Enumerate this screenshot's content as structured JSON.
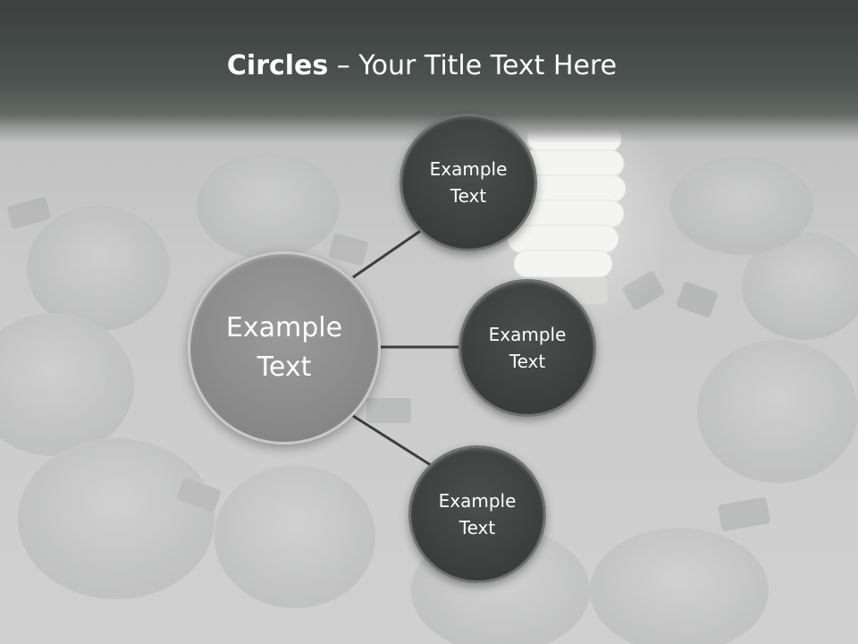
{
  "slide": {
    "title_bold": "Circles",
    "title_rest": " – Your Title Text Here"
  },
  "diagram": {
    "center": {
      "line1": "Example",
      "line2": "Text"
    },
    "nodes": [
      {
        "line1": "Example",
        "line2": "Text"
      },
      {
        "line1": "Example",
        "line2": "Text"
      },
      {
        "line1": "Example",
        "line2": "Text"
      }
    ]
  },
  "background": {
    "image": "light-bulbs-photo",
    "accent_color": "#3a3e3c"
  }
}
